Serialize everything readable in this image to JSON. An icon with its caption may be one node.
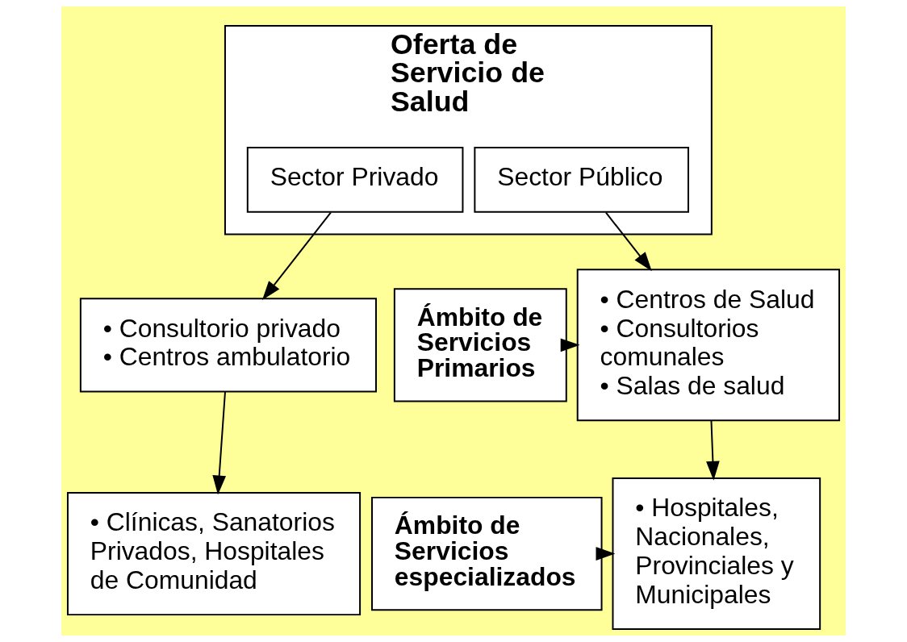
{
  "diagram": {
    "nodes": [
      {
        "text": [
          "Oferta de Servicio de Salud"
        ]
      },
      {
        "text": [
          "Sector Público"
        ],
        "in": 0
      },
      {
        "text": [
          "Sector Privado"
        ],
        "in": 0
      },
      {
        "text": [
          "Ámbito de Servicios Primarios"
        ]
      },
      {
        "text": [
          "• Centros de Salud",
          "• Consultorios comunales",
          "• Salas de salud"
        ]
      },
      {
        "text": [
          "• Consultorio privado",
          "• Centros ambulatorio"
        ]
      },
      {
        "text": [
          "Ámbito de Servicios especializados"
        ]
      },
      {
        "text": [
          "• Hospitales, Nacionales, Provinciales y Municipales"
        ]
      },
      {
        "text": [
          "• Clínicas, Sanatorios Privados, Hospitales de Comunidad"
        ]
      }
    ],
    "edges": [
      {
        "from": 1,
        "to": 4,
        "arrow": "to"
      },
      {
        "from": 2,
        "to": 5,
        "arrow": "to"
      },
      {
        "from": 3,
        "to": 4,
        "arrow": "to"
      },
      {
        "from": 4,
        "to": 7,
        "arrow": "to"
      },
      {
        "from": 5,
        "to": 8,
        "arrow": "to"
      },
      {
        "from": 6,
        "to": 7,
        "arrow": "to"
      }
    ]
  }
}
